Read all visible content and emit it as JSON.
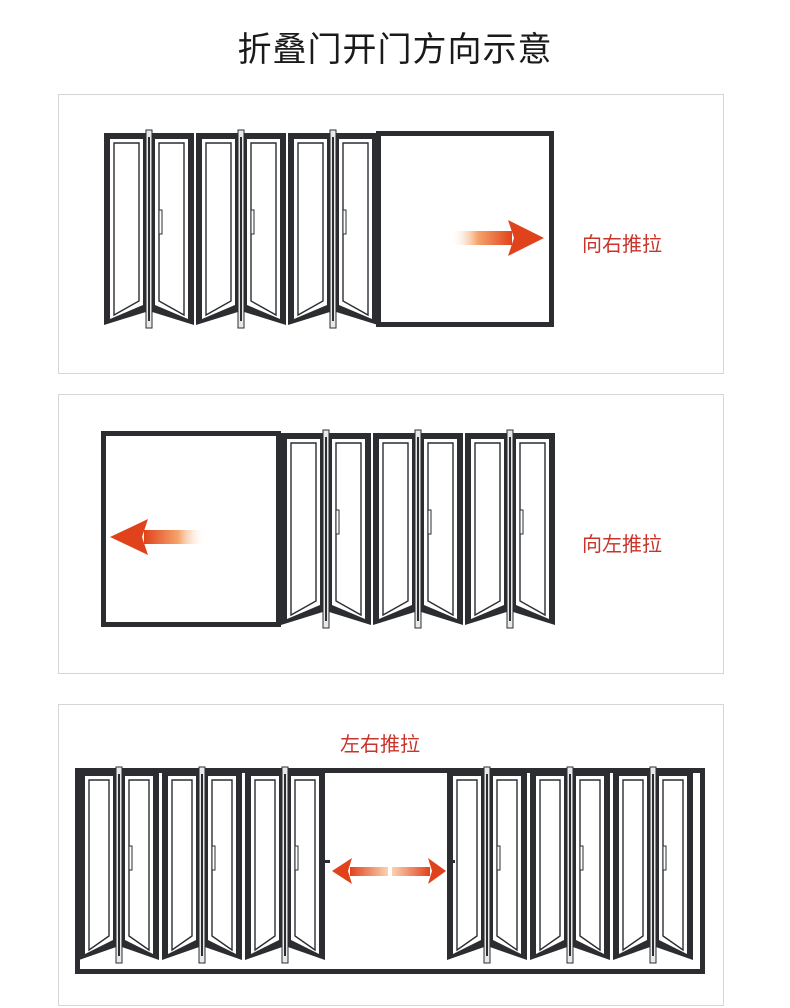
{
  "title": "折叠门开门方向示意",
  "panels": [
    {
      "caption": "向右推拉",
      "direction": "right",
      "leaves": 6
    },
    {
      "caption": "向左推拉",
      "direction": "left",
      "leaves": 6
    },
    {
      "caption": "左右推拉",
      "direction": "both",
      "leaves": 12
    }
  ],
  "colors": {
    "frame": "#2b2d31",
    "caption": "#c8342a",
    "arrow": "#e0431c",
    "arrow_light": "#f5a36b"
  },
  "icons": {
    "arrow_right": "arrow-right-icon",
    "arrow_left": "arrow-left-icon",
    "arrow_both": "arrow-both-icon"
  }
}
